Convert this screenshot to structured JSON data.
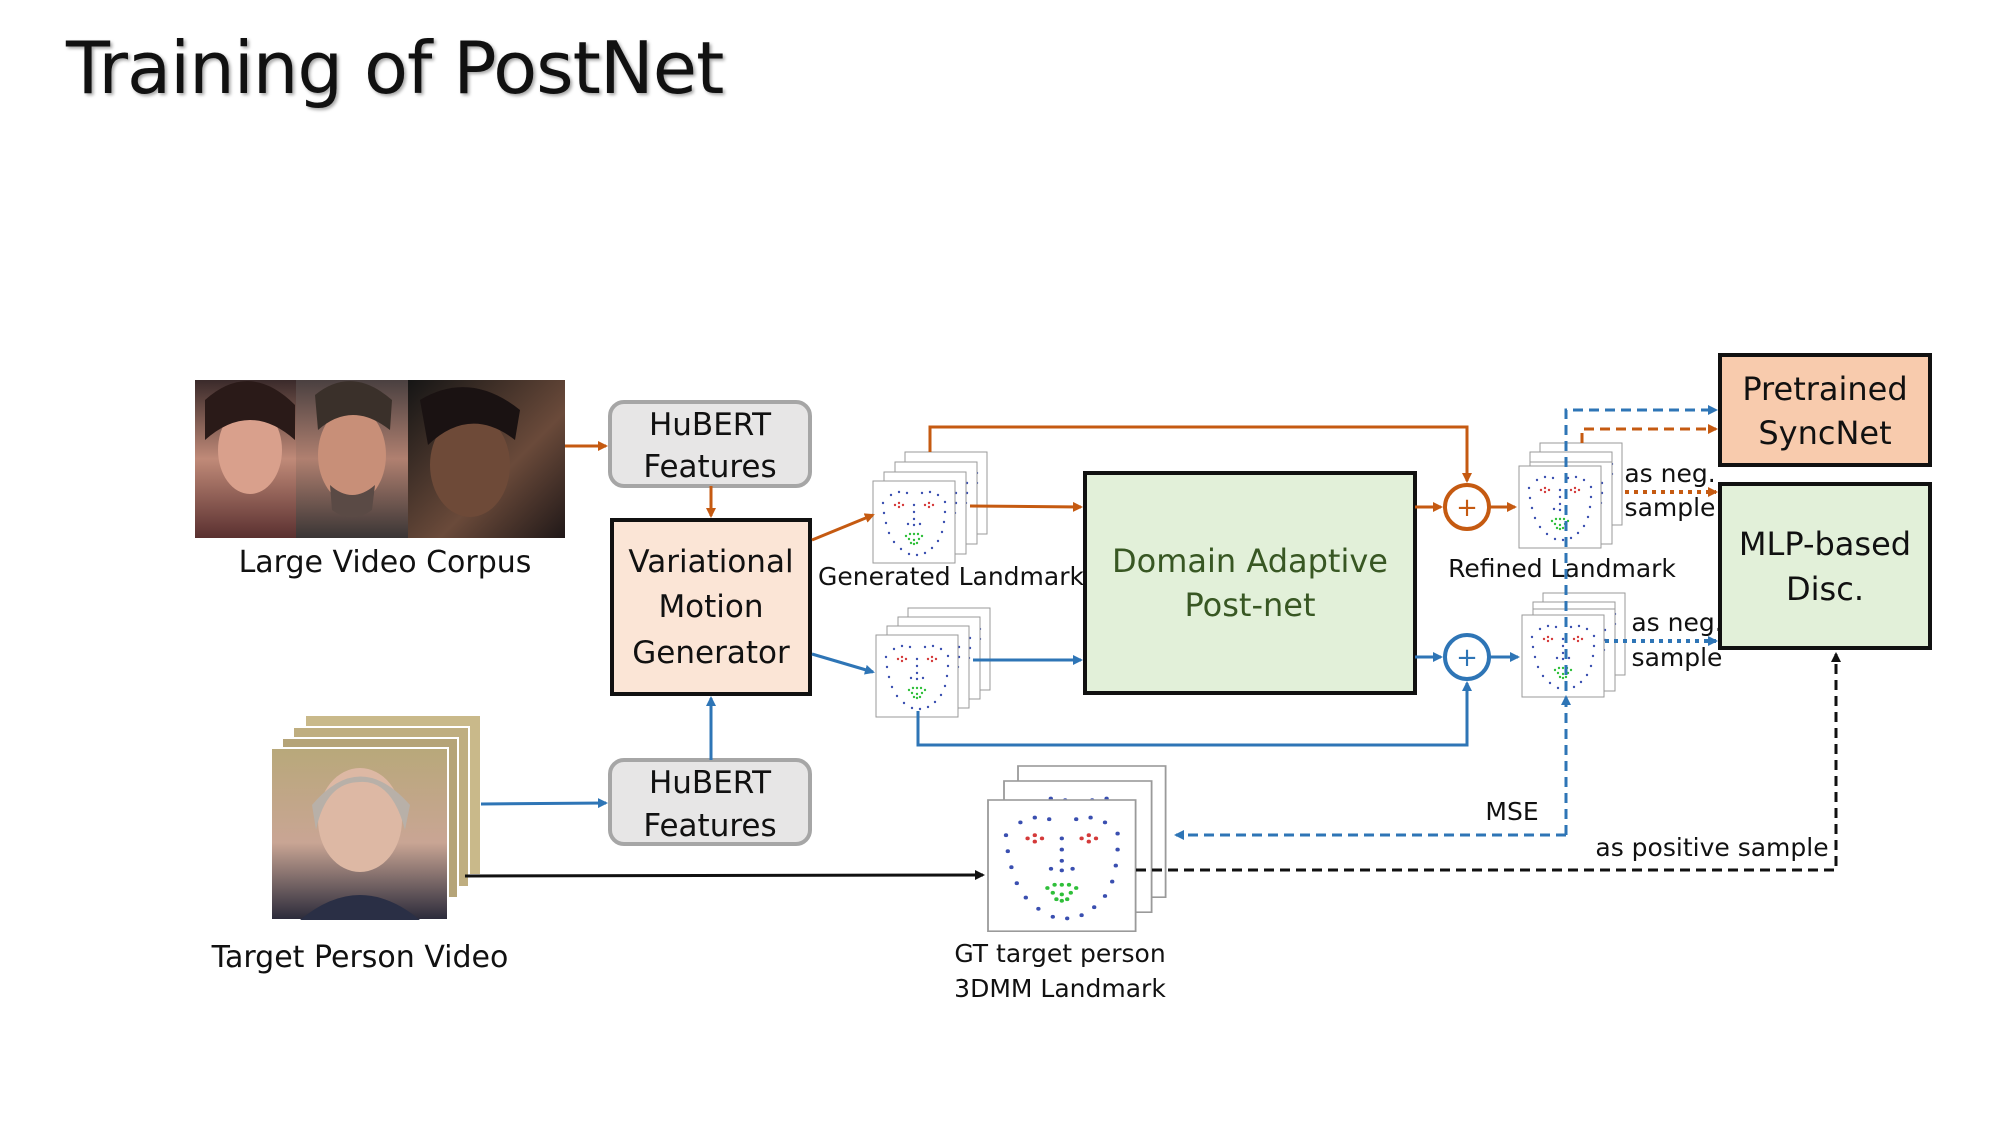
{
  "slide": {
    "title": "Training of PostNet"
  },
  "nodes": {
    "corpus_label": "Large Video Corpus",
    "target_label": "Target Person Video",
    "hubert_top": [
      "HuBERT",
      "Features"
    ],
    "hubert_bottom": [
      "HuBERT",
      "Features"
    ],
    "vmg": [
      "Variational",
      "Motion",
      "Generator"
    ],
    "postnet": [
      "Domain Adaptive",
      "Post-net"
    ],
    "syncnet": [
      "Pretrained",
      "SyncNet"
    ],
    "disc": [
      "MLP-based",
      "Disc."
    ]
  },
  "labels": {
    "generated_landmark": "Generated Landmark",
    "refined_landmark": "Refined Landmark",
    "neg_top": [
      "as neg.",
      "sample"
    ],
    "neg_bottom": [
      "as neg.",
      "sample"
    ],
    "mse": "MSE",
    "positive": "as positive sample",
    "gt": [
      "GT target person",
      "3DMM Landmark"
    ],
    "plus": "+"
  },
  "colors": {
    "orange": "#C55A11",
    "blue": "#2E75B6",
    "black": "#111111",
    "hubert_fill": "#E7E6E6",
    "hubert_border": "#A6A6A6",
    "vmg_fill": "#FBE5D6",
    "postnet_fill": "#E2F0D9",
    "postnet_text": "#385723",
    "syncnet_fill": "#F8CBAD",
    "disc_fill": "#E2F0D9"
  }
}
